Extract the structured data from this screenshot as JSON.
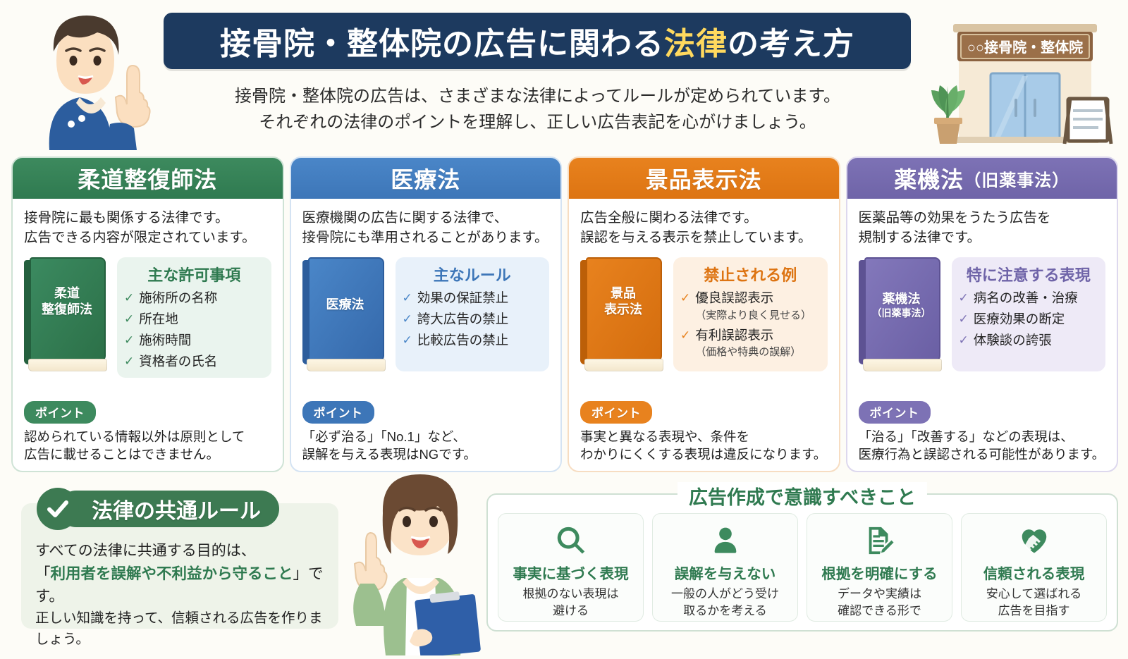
{
  "header": {
    "title_main_1": "接骨院・整体院の広告に関わる",
    "title_highlight": "法律",
    "title_main_2": "の考え方",
    "lead_line1": "接骨院・整体院の広告は、さまざまな法律によってルールが定められています。",
    "lead_line2": "それぞれの法律のポイントを理解し、正しい広告表記を心がけましょう。",
    "clinic_sign": "○○接骨院・整体院"
  },
  "colors": {
    "title_bg": "#1d3a5f",
    "title_highlight": "#ffd95e",
    "green": "#3d8a5e",
    "blue": "#4a86c8",
    "orange": "#e8821e",
    "purple": "#7d72b5",
    "page_bg": "#fdfcf7"
  },
  "cards": [
    {
      "title": "柔道整復師法",
      "title_sub": "",
      "desc_line1": "接骨院に最も関係する法律です。",
      "desc_line2": "広告できる内容が限定されています。",
      "book_label_1": "柔道",
      "book_label_2": "整復師法",
      "book_label_small": "",
      "list_title": "主な許可事項",
      "list_items": [
        {
          "text": "施術所の名称",
          "note": ""
        },
        {
          "text": "所在地",
          "note": ""
        },
        {
          "text": "施術時間",
          "note": ""
        },
        {
          "text": "資格者の氏名",
          "note": ""
        }
      ],
      "point_badge": "ポイント",
      "point_line1": "認められている情報以外は原則として",
      "point_line2": "広告に載せることはできません。"
    },
    {
      "title": "医療法",
      "title_sub": "",
      "desc_line1": "医療機関の広告に関する法律で、",
      "desc_line2": "接骨院にも準用されることがあります。",
      "book_label_1": "医療法",
      "book_label_2": "",
      "book_label_small": "",
      "list_title": "主なルール",
      "list_items": [
        {
          "text": "効果の保証禁止",
          "note": ""
        },
        {
          "text": "誇大広告の禁止",
          "note": ""
        },
        {
          "text": "比較広告の禁止",
          "note": ""
        }
      ],
      "point_badge": "ポイント",
      "point_line1": "「必ず治る」「No.1」など、",
      "point_line2": "誤解を与える表現はNGです。"
    },
    {
      "title": "景品表示法",
      "title_sub": "",
      "desc_line1": "広告全般に関わる法律です。",
      "desc_line2": "誤認を与える表示を禁止しています。",
      "book_label_1": "景品",
      "book_label_2": "表示法",
      "book_label_small": "",
      "list_title": "禁止される例",
      "list_items": [
        {
          "text": "優良誤認表示",
          "note": "（実際より良く見せる）"
        },
        {
          "text": "有利誤認表示",
          "note": "（価格や特典の誤解）"
        }
      ],
      "point_badge": "ポイント",
      "point_line1": "事実と異なる表現や、条件を",
      "point_line2": "わかりにくくする表現は違反になります。"
    },
    {
      "title": "薬機法",
      "title_sub": "（旧薬事法）",
      "desc_line1": "医薬品等の効果をうたう広告を",
      "desc_line2": "規制する法律です。",
      "book_label_1": "薬機法",
      "book_label_2": "",
      "book_label_small": "（旧薬事法）",
      "list_title": "特に注意する表現",
      "list_items": [
        {
          "text": "病名の改善・治療",
          "note": ""
        },
        {
          "text": "医療効果の断定",
          "note": ""
        },
        {
          "text": "体験談の誇張",
          "note": ""
        }
      ],
      "point_badge": "ポイント",
      "point_line1": "「治る」「改善する」などの表現は、",
      "point_line2": "医療行為と誤認される可能性があります。"
    }
  ],
  "common_rules": {
    "heading": "法律の共通ルール",
    "line1": "すべての法律に共通する目的は、",
    "line2_open": "「",
    "line2_em": "利用者を誤解や不利益から守ること",
    "line2_close": "」です。",
    "line3": "正しい知識を持って、信頼される広告を作りましょう。"
  },
  "awareness": {
    "title": "広告作成で意識すべきこと",
    "items": [
      {
        "icon": "magnifier-icon",
        "heading": "事実に基づく表現",
        "desc_line1": "根拠のない表現は",
        "desc_line2": "避ける"
      },
      {
        "icon": "person-icon",
        "heading": "誤解を与えない",
        "desc_line1": "一般の人がどう受け",
        "desc_line2": "取るかを考える"
      },
      {
        "icon": "document-pencil-icon",
        "heading": "根拠を明確にする",
        "desc_line1": "データや実績は",
        "desc_line2": "確認できる形で"
      },
      {
        "icon": "handshake-heart-icon",
        "heading": "信頼される表現",
        "desc_line1": "安心して選ばれる",
        "desc_line2": "広告を目指す"
      }
    ]
  }
}
